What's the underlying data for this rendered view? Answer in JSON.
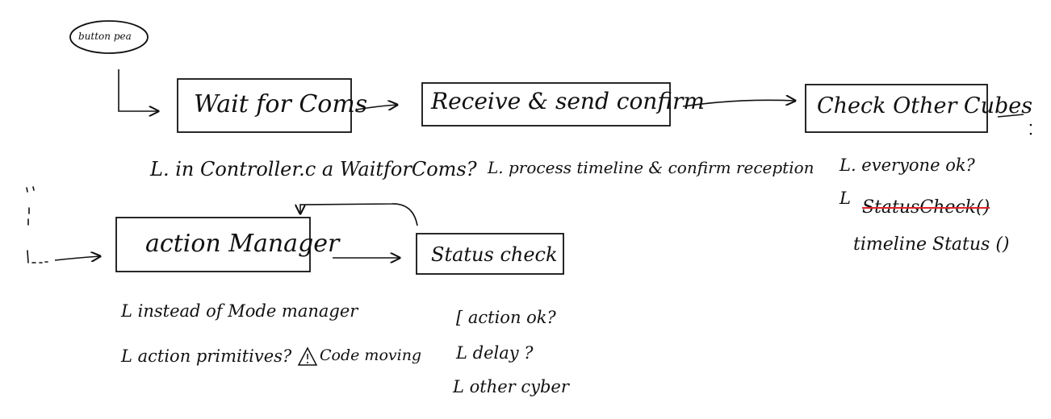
{
  "diagram": {
    "start": {
      "label": "button pea"
    },
    "flow_row_1": [
      {
        "id": "wait",
        "label": "Wait for Coms",
        "notes": [
          "L. in Controller.c a WaitforComs?"
        ]
      },
      {
        "id": "receive",
        "label": "Receive & send confirm",
        "notes": [
          "L. process timeline & confirm reception"
        ]
      },
      {
        "id": "check",
        "label": "Check Other Cubes",
        "notes": [
          "L. everyone ok?",
          "L",
          "StatusCheck()",
          "timeline Status ()"
        ]
      }
    ],
    "flow_row_2": [
      {
        "id": "action",
        "label": "action Manager",
        "notes": [
          "L instead of Mode manager",
          "L action primitives?",
          "Code moving"
        ]
      },
      {
        "id": "status",
        "label": "Status check",
        "notes": [
          "[ action ok?",
          "L delay ?",
          "L other cyber"
        ]
      }
    ],
    "colors": {
      "ink": "#111111",
      "strikethrough": "#e0242c"
    },
    "icons": [
      "warning-triangle-icon"
    ]
  }
}
